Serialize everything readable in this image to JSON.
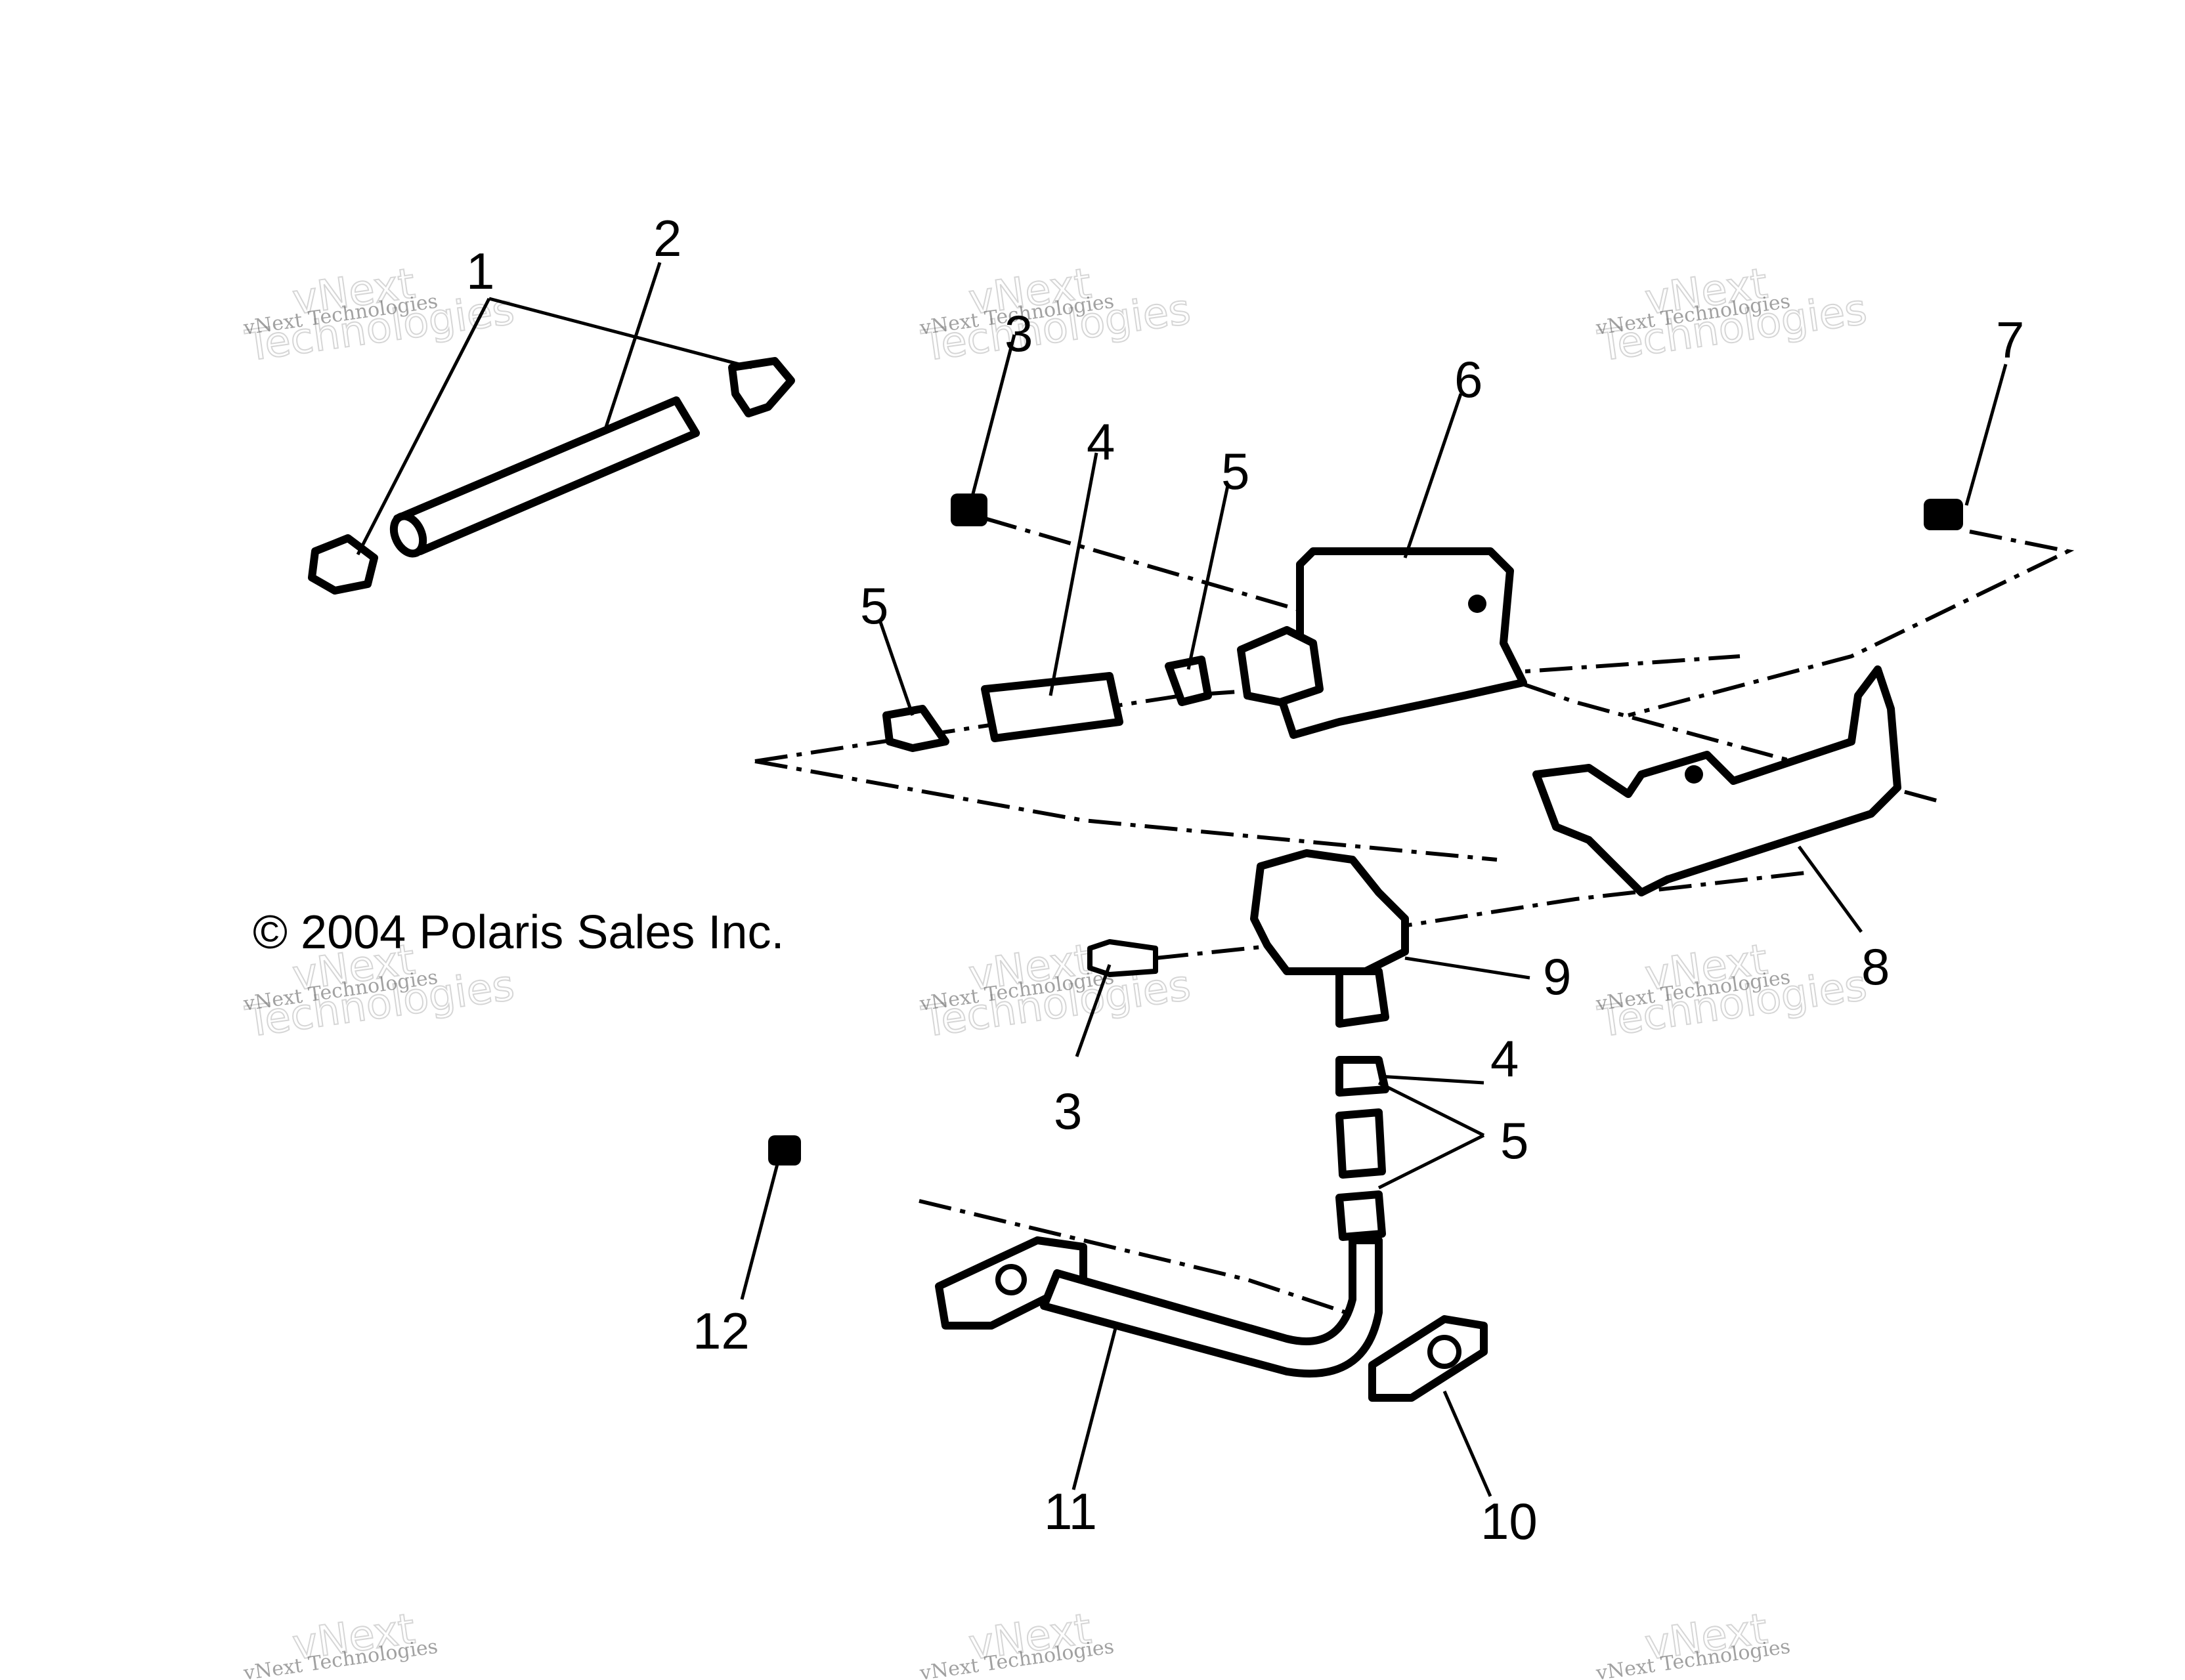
{
  "copyright": "© 2004 Polaris Sales Inc.",
  "watermark": {
    "line1": "vNext Technologies",
    "line2": "vNext",
    "line3": "Technologies"
  },
  "callouts": {
    "c1": "1",
    "c2": "2",
    "c3a": "3",
    "c3b": "3",
    "c4a": "4",
    "c4b": "4",
    "c5a": "5",
    "c5b": "5",
    "c5c": "5",
    "c6": "6",
    "c7": "7",
    "c8": "8",
    "c9": "9",
    "c10": "10",
    "c11": "11",
    "c12": "12"
  },
  "colors": {
    "ink": "#000000",
    "paper": "#ffffff",
    "watermark": "#bbbbbb"
  }
}
